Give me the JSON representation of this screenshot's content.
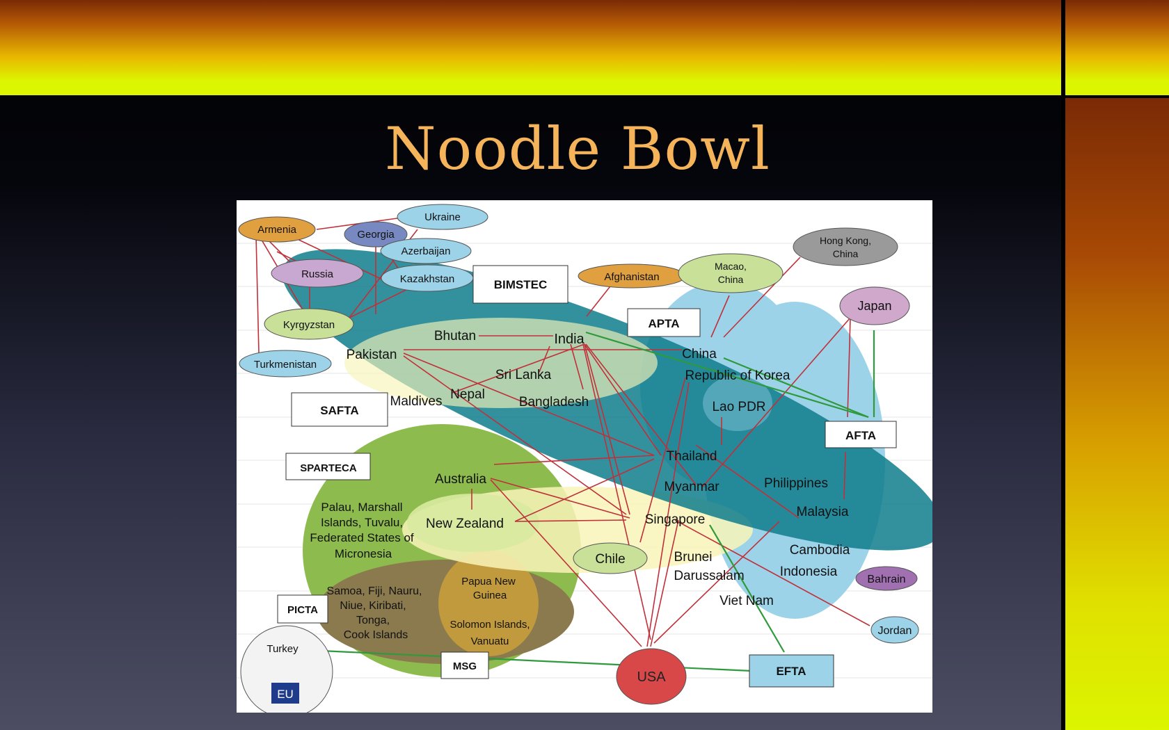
{
  "slide": {
    "title": "Noodle Bowl"
  },
  "diagram": {
    "blocs": {
      "bimstec": "BIMSTEC",
      "apta": "APTA",
      "safta": "SAFTA",
      "sparteca": "SPARTECA",
      "afta": "AFTA",
      "picta": "PICTA",
      "msg": "MSG",
      "efta": "EFTA",
      "eu": "EU"
    },
    "countries": {
      "armenia": "Armenia",
      "georgia": "Georgia",
      "ukraine": "Ukraine",
      "azerbaijan": "Azerbaijan",
      "russia": "Russia",
      "kazakhstan": "Kazakhstan",
      "kyrgyzstan": "Kyrgyzstan",
      "turkmenistan": "Turkmenistan",
      "afghanistan": "Afghanistan",
      "macao_line1": "Macao,",
      "macao_line2": "China",
      "hongkong_line1": "Hong Kong,",
      "hongkong_line2": "China",
      "japan": "Japan",
      "bhutan": "Bhutan",
      "india": "India",
      "pakistan": "Pakistan",
      "srilanka": "Sri Lanka",
      "maldives": "Maldives",
      "nepal": "Nepal",
      "bangladesh": "Bangladesh",
      "china": "China",
      "korea": "Republic of Korea",
      "laopdr": "Lao PDR",
      "thailand": "Thailand",
      "myanmar": "Myanmar",
      "philippines": "Philippines",
      "malaysia": "Malaysia",
      "singapore": "Singapore",
      "australia": "Australia",
      "newzealand": "New Zealand",
      "chile": "Chile",
      "brunei_line1": "Brunei",
      "brunei_line2": "Darussalam",
      "cambodia": "Cambodia",
      "indonesia": "Indonesia",
      "vietnam": "Viet Nam",
      "bahrain": "Bahrain",
      "jordan": "Jordan",
      "usa": "USA",
      "turkey": "Turkey",
      "palau_line1": "Palau, Marshall",
      "palau_line2": "Islands, Tuvalu,",
      "palau_line3": "Federated States of",
      "palau_line4": "Micronesia",
      "samoa_line1": "Samoa, Fiji, Nauru,",
      "samoa_line2": "Niue, Kiribati,",
      "samoa_line3": "Tonga,",
      "samoa_line4": "Cook Islands",
      "png_line1": "Papua New",
      "png_line2": "Guinea",
      "solomon_line1": "Solomon Islands,",
      "solomon_line2": "Vanuatu"
    },
    "colors": {
      "link_red": "#c0303a",
      "link_green": "#2f9a3c",
      "asean_blue": "#9dd3e8",
      "apta_teal": "#0f7d8c",
      "safta_yellow": "#f8f5b8",
      "sparteca_green": "#8dbb4e"
    }
  }
}
